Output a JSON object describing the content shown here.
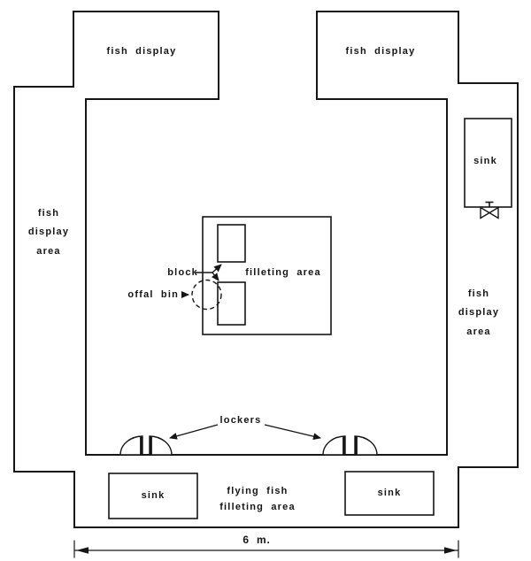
{
  "colors": {
    "ink": "#161616",
    "background": "#ffffff"
  },
  "labels": {
    "display_top_left": "fish display",
    "display_top_right": "fish display",
    "left_area_line1": "fish",
    "left_area_line2": "display",
    "left_area_line3": "area",
    "right_area_line1": "fish",
    "right_area_line2": "display",
    "right_area_line3": "area",
    "sink_right": "sink",
    "filleting_area": "filleting area",
    "block": "block",
    "offal_bin": "offal bin",
    "lockers": "lockers",
    "sink_bottom_left": "sink",
    "sink_bottom_right": "sink",
    "bottom_area_line1": "flying fish",
    "bottom_area_line2": "filleting area",
    "dimension": "6 m."
  }
}
